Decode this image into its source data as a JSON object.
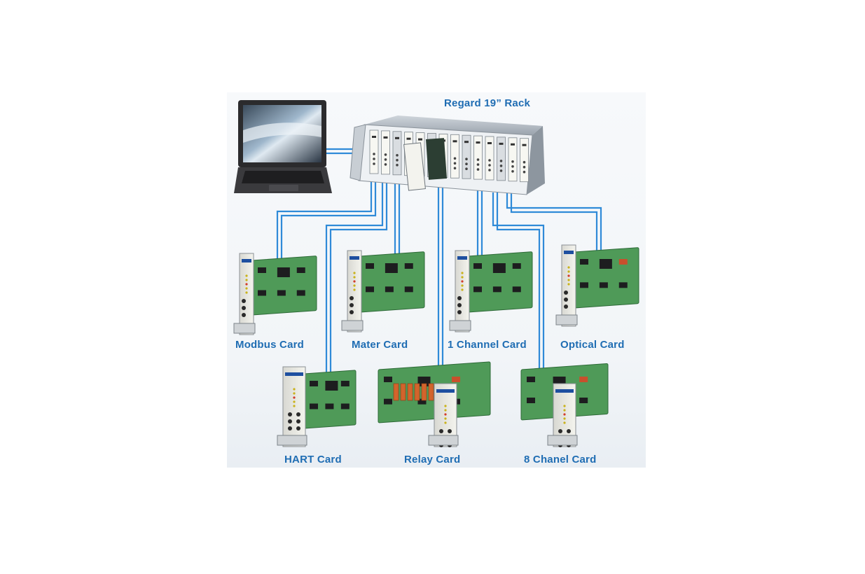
{
  "title": "Regard 19” Rack",
  "cards": [
    {
      "label": "Modbus Card"
    },
    {
      "label": "Mater Card"
    },
    {
      "label": "1 Channel Card"
    },
    {
      "label": "Optical Card"
    },
    {
      "label": "HART Card"
    },
    {
      "label": "Relay Card"
    },
    {
      "label": "8 Chanel Card"
    }
  ],
  "colors": {
    "accent": "#1f6db3",
    "cable": "#2f8ad8",
    "pcb": "#4f9a58",
    "rack": "#b8c0c8"
  }
}
